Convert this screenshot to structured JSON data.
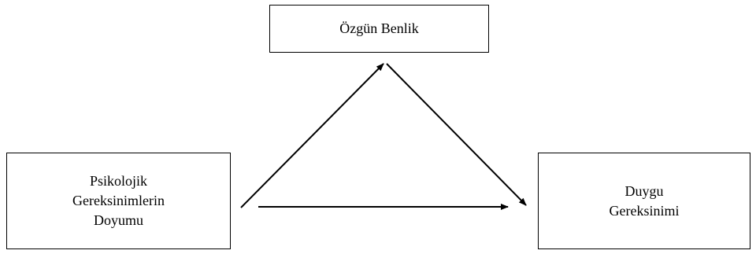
{
  "diagram": {
    "nodes": {
      "top": {
        "label": "Özgün Benlik"
      },
      "left": {
        "lines": [
          "Psikolojik",
          "Gereksinimlerin",
          "Doyumu"
        ]
      },
      "right": {
        "lines": [
          "Duygu",
          "Gereksinimi"
        ]
      }
    },
    "edges": [
      {
        "from": "left",
        "to": "top"
      },
      {
        "from": "top",
        "to": "right"
      },
      {
        "from": "left",
        "to": "right"
      }
    ],
    "colors": {
      "line": "#000000",
      "box_border": "#000000",
      "background": "#ffffff"
    }
  }
}
